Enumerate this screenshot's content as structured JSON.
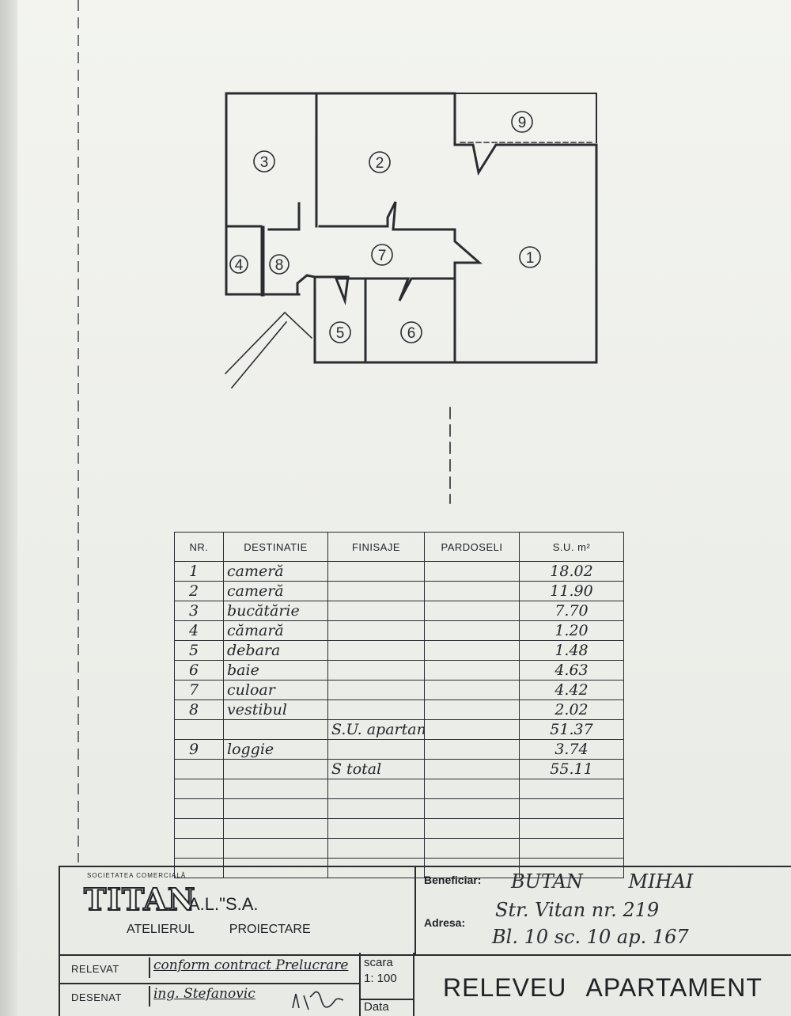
{
  "plan": {
    "room_numbers": [
      "1",
      "2",
      "3",
      "4",
      "5",
      "6",
      "7",
      "8",
      "9"
    ]
  },
  "table": {
    "headers": [
      "NR.",
      "DESTINATIE",
      "FINISAJE",
      "PARDOSELI",
      "S.U. m²"
    ],
    "rows": [
      {
        "nr": "1",
        "dest": "cameră",
        "fin": "",
        "pard": "",
        "area": "18.02"
      },
      {
        "nr": "2",
        "dest": "cameră",
        "fin": "",
        "pard": "",
        "area": "11.90"
      },
      {
        "nr": "3",
        "dest": "bucătărie",
        "fin": "",
        "pard": "",
        "area": "7.70"
      },
      {
        "nr": "4",
        "dest": "cămară",
        "fin": "",
        "pard": "",
        "area": "1.20"
      },
      {
        "nr": "5",
        "dest": "debara",
        "fin": "",
        "pard": "",
        "area": "1.48"
      },
      {
        "nr": "6",
        "dest": "baie",
        "fin": "",
        "pard": "",
        "area": "4.63"
      },
      {
        "nr": "7",
        "dest": "culoar",
        "fin": "",
        "pard": "",
        "area": "4.42"
      },
      {
        "nr": "8",
        "dest": "vestibul",
        "fin": "",
        "pard": "",
        "area": "2.02"
      },
      {
        "nr": "",
        "dest": "",
        "fin": "S.U. apartament",
        "pard": "",
        "area": "51.37"
      },
      {
        "nr": "9",
        "dest": "loggie",
        "fin": "",
        "pard": "",
        "area": "3.74"
      },
      {
        "nr": "",
        "dest": "",
        "fin": "S total",
        "pard": "",
        "area": "55.11"
      },
      {
        "nr": "",
        "dest": "",
        "fin": "",
        "pard": "",
        "area": ""
      },
      {
        "nr": "",
        "dest": "",
        "fin": "",
        "pard": "",
        "area": ""
      },
      {
        "nr": "",
        "dest": "",
        "fin": "",
        "pard": "",
        "area": ""
      },
      {
        "nr": "",
        "dest": "",
        "fin": "",
        "pard": "",
        "area": ""
      },
      {
        "nr": "",
        "dest": "",
        "fin": "",
        "pard": "",
        "area": ""
      }
    ]
  },
  "company": {
    "small_top": "SOCIETATEA COMERCIALĂ",
    "logo": "TITAN",
    "suffix": "A.L.\"S.A.",
    "workshop": "ATELIERUL PROIECTARE"
  },
  "client": {
    "beneficiar_label": "Beneficiar:",
    "beneficiar_value": "BUTAN MIHAI",
    "adresa_label": "Adresa:",
    "adresa_line1": "Str. Vitan nr. 219",
    "adresa_line2": "Bl. 10 sc. 10 ap. 167"
  },
  "footer": {
    "relevat_label": "RELEVAT",
    "relevat_value": "conform contract Prelucrare",
    "desenat_label": "DESENAT",
    "desenat_value": "ing. Stefanovic",
    "scara_label": "scara",
    "scara_value": "1: 100",
    "data_label": "Data",
    "title": "RELEVEU APARTAMENT"
  }
}
